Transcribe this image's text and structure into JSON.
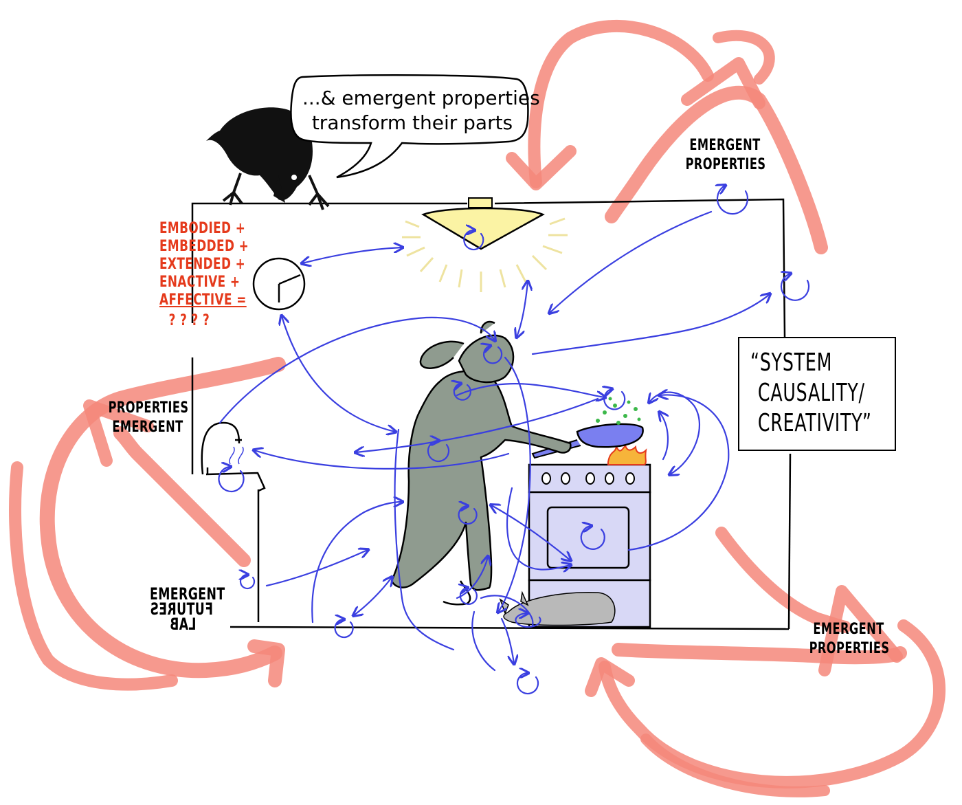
{
  "speech_bubble": {
    "line1": "...& emergent properties",
    "line2": "transform their parts"
  },
  "labels": {
    "top_right": [
      "EMERGENT",
      "PROPERTIES"
    ],
    "left": [
      "PROPERTIES",
      "EMERGENT"
    ],
    "bottom_right": [
      "EMERGENT",
      "PROPERTIES"
    ]
  },
  "equation": {
    "terms": [
      "EMBODIED +",
      "EMBEDDED +",
      "EXTENDED +",
      "ENACTIVE +",
      "AFFECTIVE ="
    ],
    "result": "? ? ? ?"
  },
  "system_box": {
    "line1": "“SYSTEM",
    "line2": "CAUSALITY/",
    "line3": "CREATIVITY”"
  },
  "logo": {
    "line1": "EMERGENT",
    "line2": "FUTURES",
    "line3": "LAB"
  },
  "colors": {
    "ink": "#000000",
    "blue_arrows": "#3a3fe0",
    "red_arrows": "#f5877a",
    "red_text": "#e53a1c",
    "figure": "#8f9b8f",
    "lamp": "#fbf3a4",
    "stove": "#d8d8f6",
    "cat": "#b9b9b9",
    "crow": "#111111"
  }
}
